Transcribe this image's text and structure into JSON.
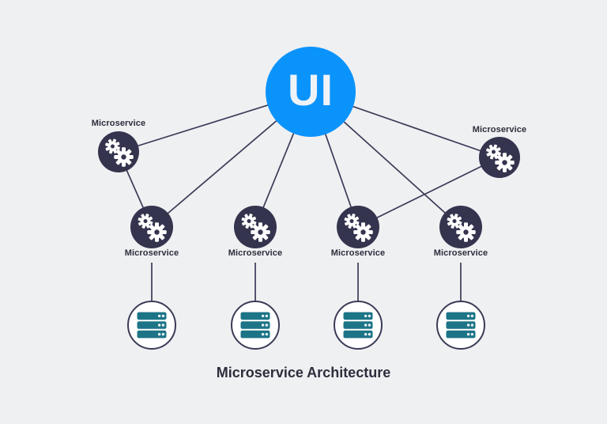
{
  "title": "Microservice Architecture",
  "hub": {
    "label": "UI"
  },
  "microservices": [
    {
      "id": "microservice-top-left",
      "label": "Microservice",
      "label_position": "above"
    },
    {
      "id": "microservice-top-right",
      "label": "Microservice",
      "label_position": "above"
    },
    {
      "id": "microservice-1",
      "label": "Microservice",
      "label_position": "below"
    },
    {
      "id": "microservice-2",
      "label": "Microservice",
      "label_position": "below"
    },
    {
      "id": "microservice-3",
      "label": "Microservice",
      "label_position": "below"
    },
    {
      "id": "microservice-4",
      "label": "Microservice",
      "label_position": "below"
    }
  ],
  "databases": [
    {
      "id": "database-1",
      "icon": "server-stack-icon"
    },
    {
      "id": "database-2",
      "icon": "server-stack-icon"
    },
    {
      "id": "database-3",
      "icon": "server-stack-icon"
    },
    {
      "id": "database-4",
      "icon": "server-stack-icon"
    }
  ],
  "connections": [
    {
      "from": "ui",
      "to": "microservice-top-left"
    },
    {
      "from": "ui",
      "to": "microservice-top-right"
    },
    {
      "from": "ui",
      "to": "microservice-1"
    },
    {
      "from": "ui",
      "to": "microservice-2"
    },
    {
      "from": "ui",
      "to": "microservice-3"
    },
    {
      "from": "ui",
      "to": "microservice-4"
    },
    {
      "from": "microservice-top-left",
      "to": "microservice-1"
    },
    {
      "from": "microservice-top-right",
      "to": "microservice-3"
    },
    {
      "from": "microservice-1",
      "to": "database-1"
    },
    {
      "from": "microservice-2",
      "to": "database-2"
    },
    {
      "from": "microservice-3",
      "to": "database-3"
    },
    {
      "from": "microservice-4",
      "to": "database-4"
    }
  ],
  "colors": {
    "canvas_bg": "#eff0f2",
    "hub_fill": "#0b93fc",
    "hub_text": "#eef3f8",
    "node_fill": "#34344e",
    "edge_stroke": "#3b3b57",
    "db_fill": "#ffffff",
    "db_icon": "#1d7487",
    "label_text": "#2d2d3c",
    "title_text": "#2d2d3c"
  }
}
